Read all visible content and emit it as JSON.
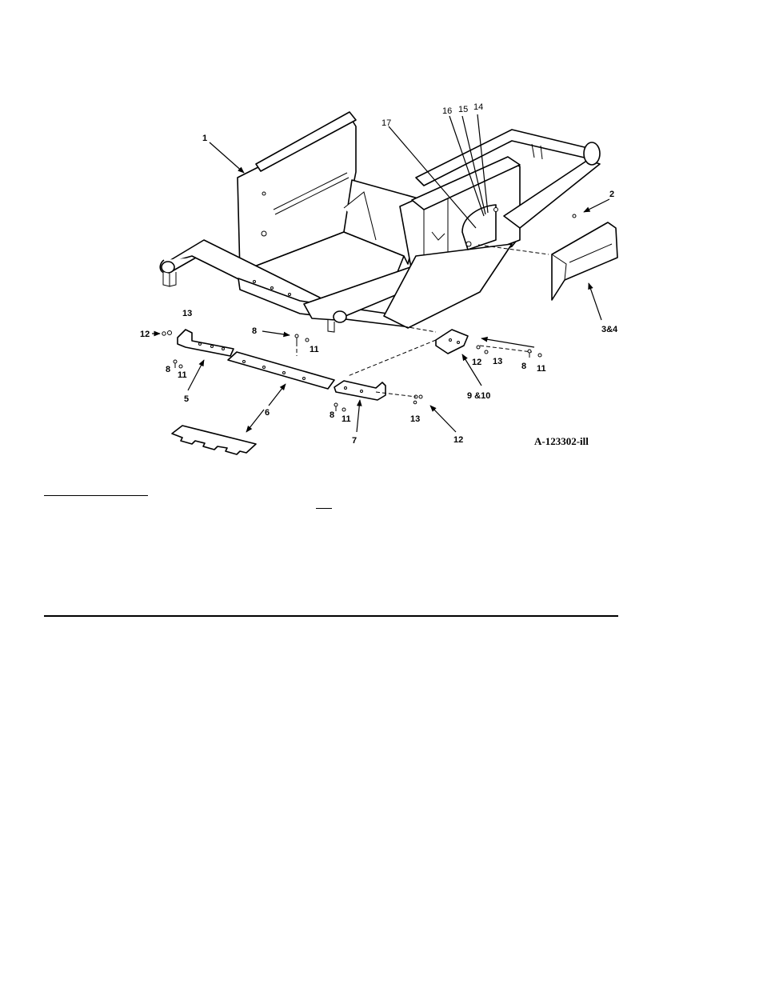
{
  "figure": {
    "figure_id": "A-123302-ill",
    "callouts": {
      "c1": "1",
      "c2": "2",
      "c3_4": "3&4",
      "c5": "5",
      "c6": "6",
      "c7": "7",
      "c8a": "8",
      "c8b": "8",
      "c8c": "8",
      "c8d": "8",
      "c9_10": "9 &10",
      "c11a": "11",
      "c11b": "11",
      "c11c": "11",
      "c11d": "11",
      "c12a": "12",
      "c12b": "12",
      "c12c": "12",
      "c13a": "13",
      "c13b": "13",
      "c13c": "13",
      "c14": "14",
      "c15": "15",
      "c16": "16",
      "c17": "17"
    }
  }
}
